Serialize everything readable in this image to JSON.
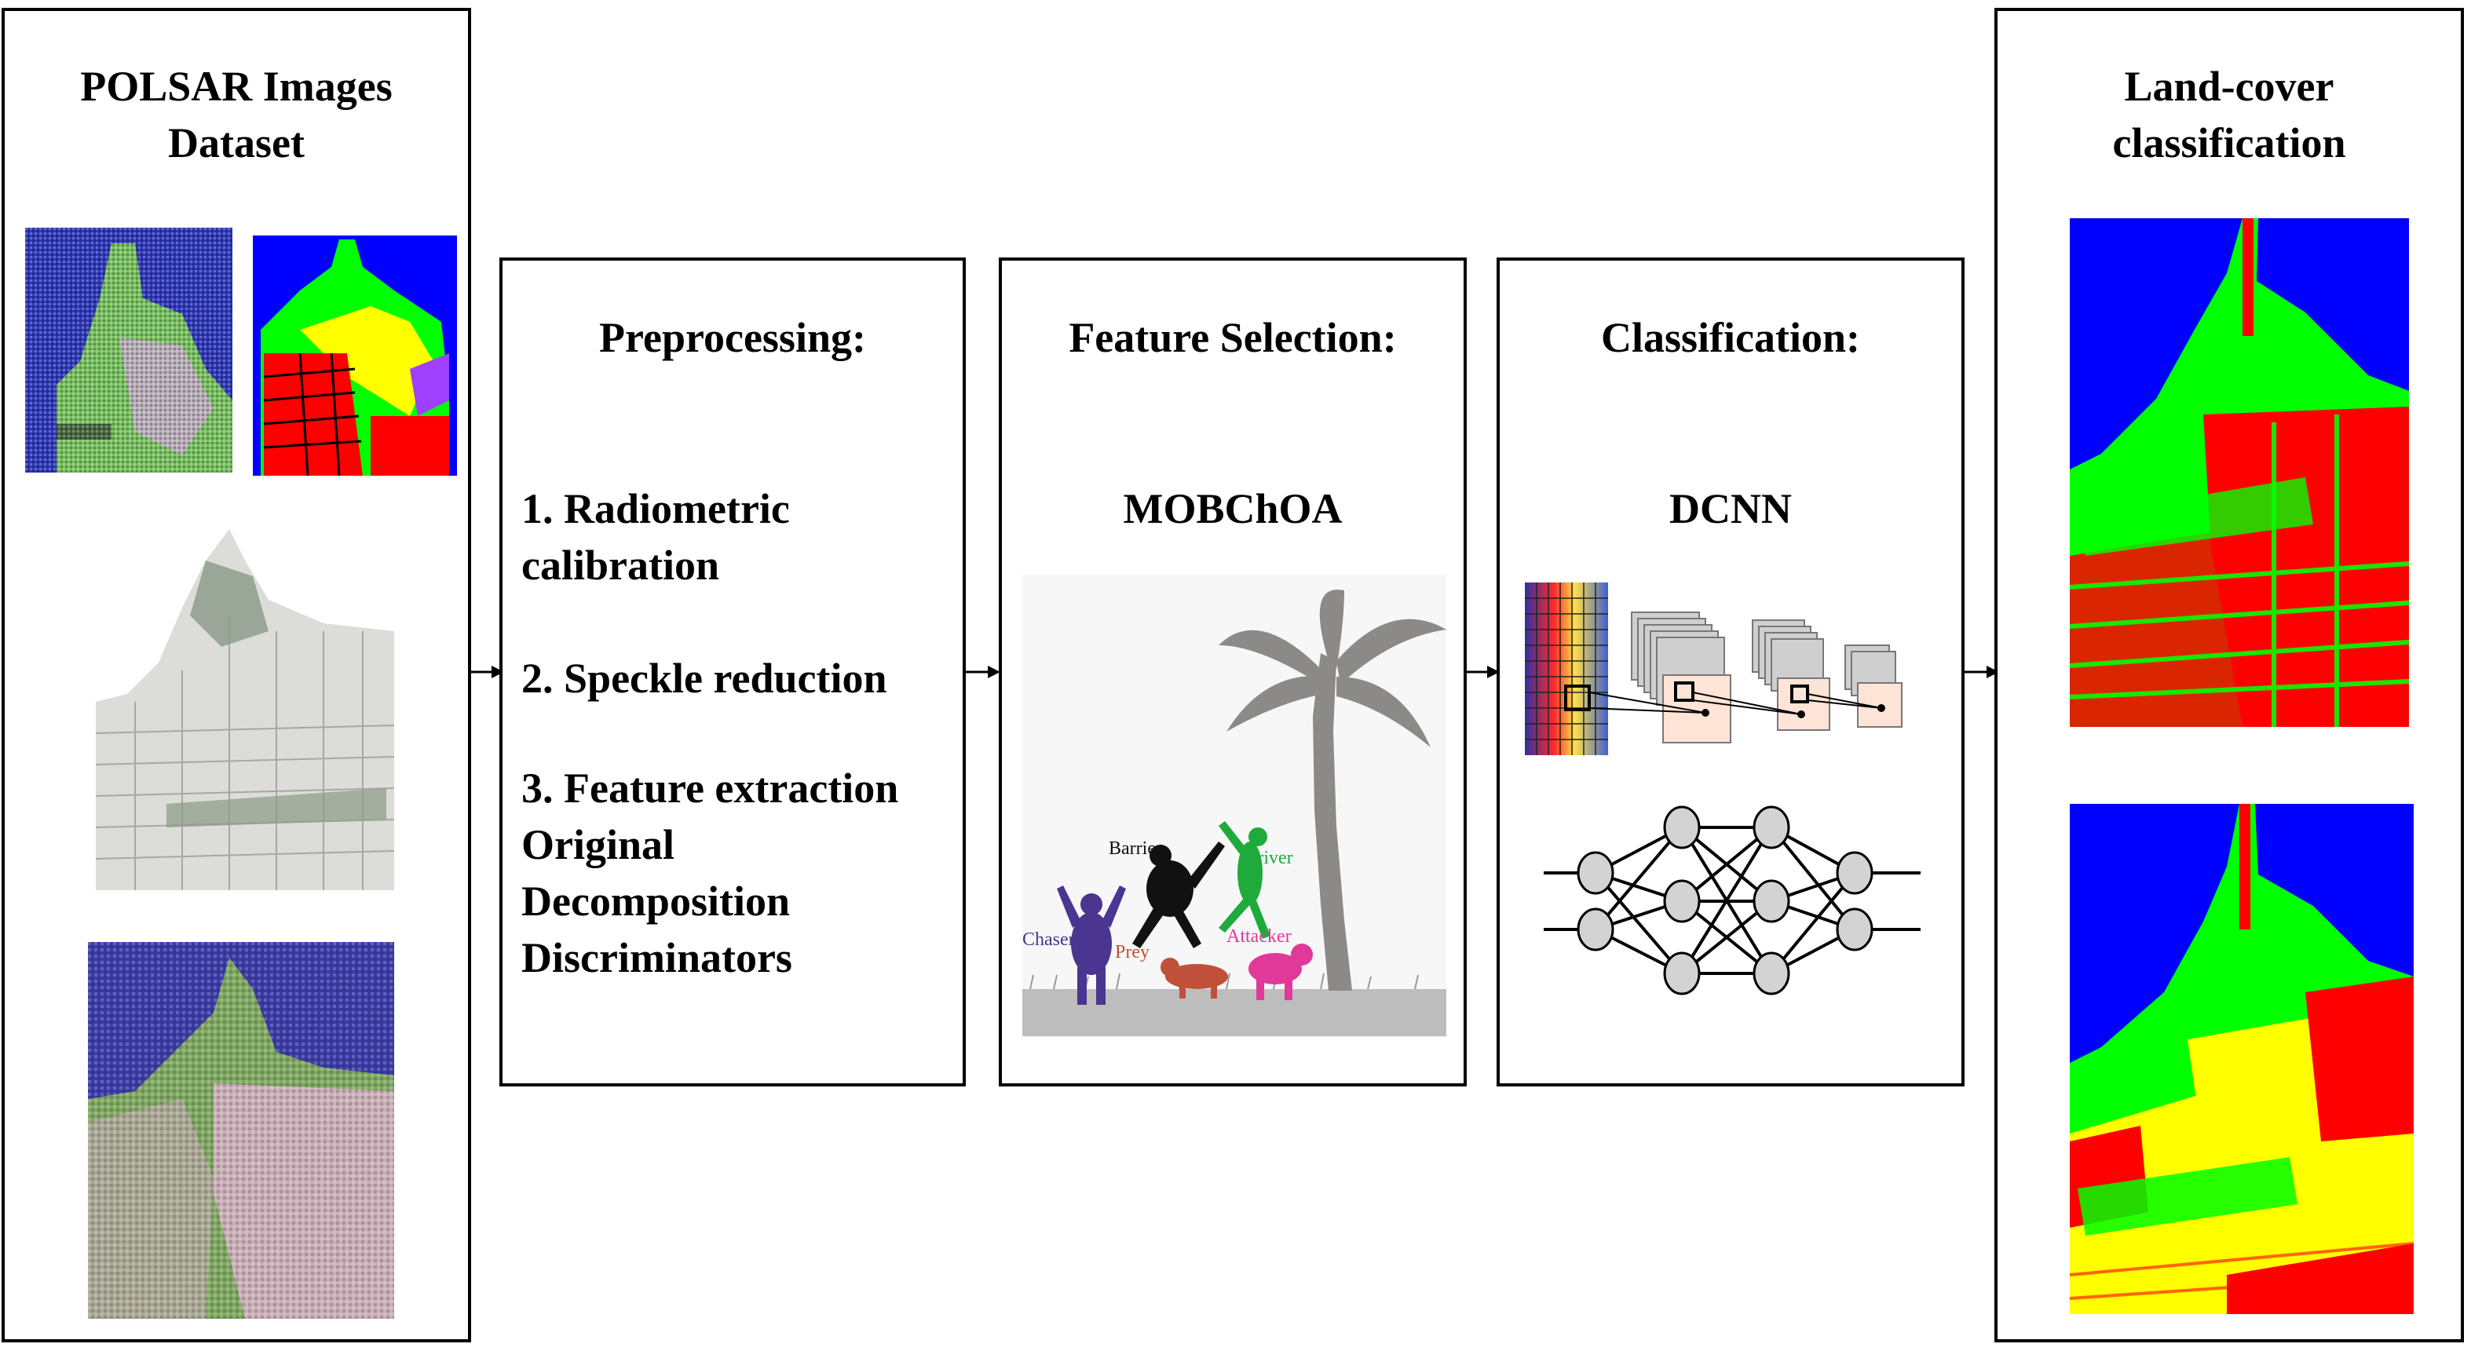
{
  "colors": {
    "class_water": "#0000ff",
    "class_vegetation": "#00ff00",
    "class_urban_red": "#ff0000",
    "class_urban_yellow": "#ffff00",
    "class_purple": "#a040ff",
    "sar_blue": "#3a3ac8",
    "sar_green": "#7ec85a",
    "sar_pink": "#d8b0d0",
    "palm": "#8c8a89",
    "node": "#d3d3d3",
    "chaser": "#4a3590",
    "barrier": "#111111",
    "driver": "#1faa3c",
    "prey": "#c0503a",
    "attacker": "#e0399a"
  },
  "dataset": {
    "title": "POLSAR Images\nDataset"
  },
  "preprocessing": {
    "title": "Preprocessing:",
    "steps": [
      "1. Radiometric",
      "calibration",
      "2. Speckle reduction",
      "3. Feature extraction",
      "Original",
      "Decomposition",
      "Discriminators"
    ]
  },
  "feature_selection": {
    "title": "Feature Selection:",
    "method": "MOBChOA",
    "roles": {
      "barrier": "Barrier",
      "driver": "Driver",
      "chaser": "Chaser",
      "prey": "Prey",
      "attacker": "Attacker"
    }
  },
  "classification": {
    "title": "Classification:",
    "method": "DCNN"
  },
  "output": {
    "title": "Land-cover\nclassification"
  }
}
